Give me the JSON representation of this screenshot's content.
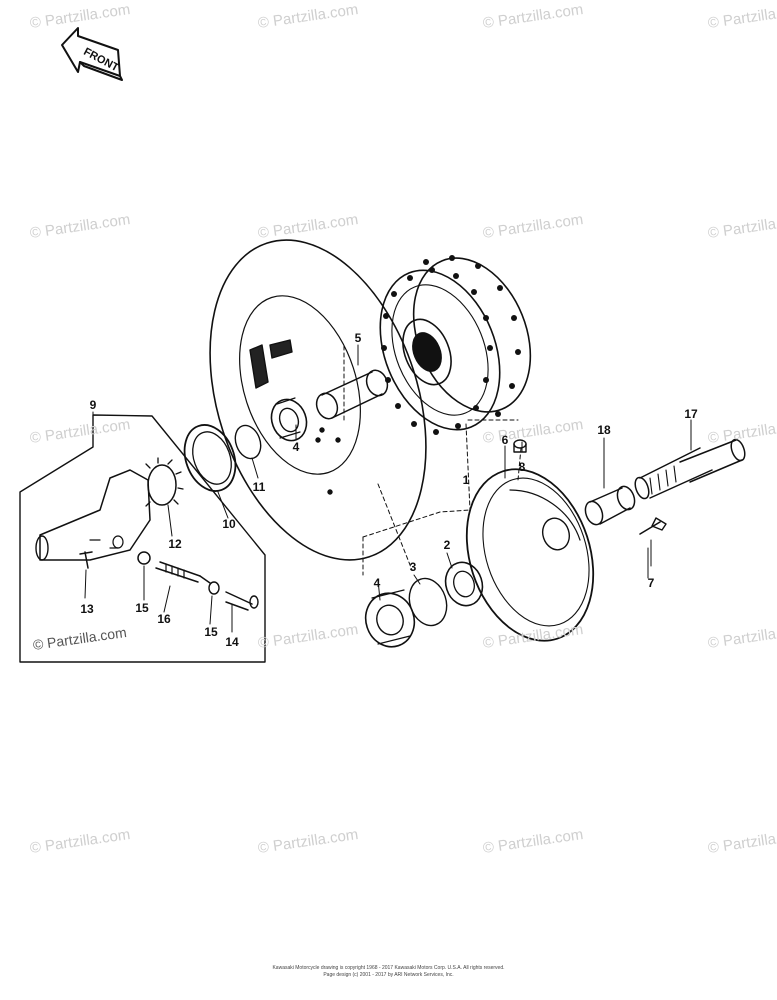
{
  "front_label": "FRONT",
  "watermark": "© Partzilla.com",
  "callouts": {
    "c1": "1",
    "c2": "2",
    "c3": "3",
    "c4a": "4",
    "c4b": "4",
    "c5": "5",
    "c6": "6",
    "c7": "7",
    "c8": "8",
    "c9": "9",
    "c10": "10",
    "c11": "11",
    "c12": "12",
    "c13": "13",
    "c14": "14",
    "c15": "15",
    "c15b": "15",
    "c16": "16",
    "c17": "17",
    "c18": "18"
  },
  "footer": {
    "line1": "Kawasaki Motorcycle drawing is copyright 1968 - 2017 Kawasaki Motors Corp. U.S.A. All rights reserved.",
    "line2": "Page design (c) 2001 - 2017 by ARI Network Services, Inc."
  }
}
